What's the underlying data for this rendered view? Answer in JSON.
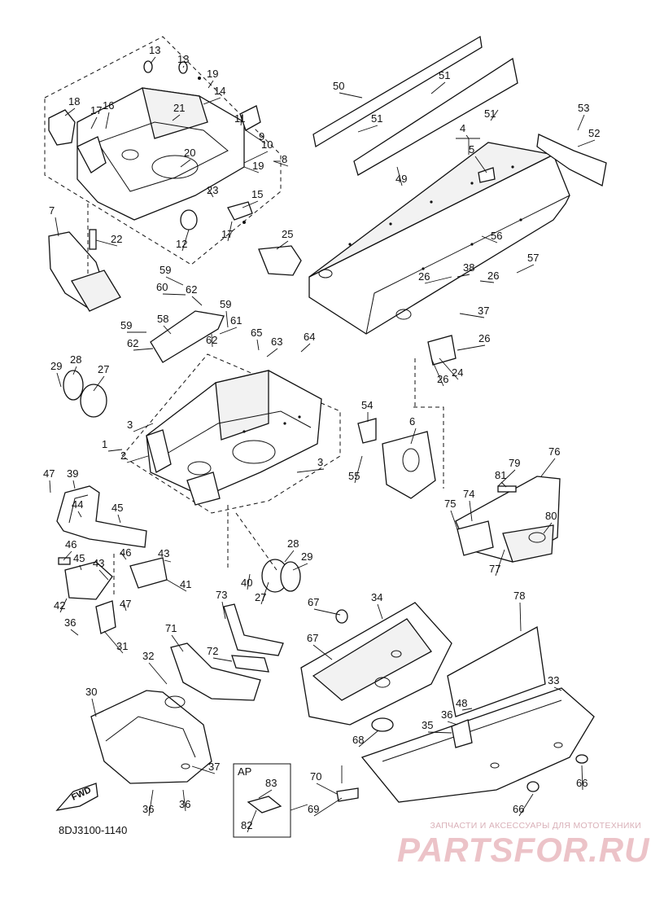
{
  "diagram": {
    "callouts": [
      "1",
      "2",
      "3",
      "3",
      "4",
      "5",
      "6",
      "7",
      "8",
      "9",
      "10",
      "11",
      "12",
      "13",
      "13",
      "14",
      "15",
      "16",
      "17",
      "17",
      "18",
      "19",
      "19",
      "20",
      "21",
      "22",
      "23",
      "24",
      "25",
      "26",
      "26",
      "26",
      "26",
      "27",
      "27",
      "28",
      "28",
      "29",
      "29",
      "30",
      "31",
      "32",
      "33",
      "34",
      "35",
      "36",
      "36",
      "36",
      "36",
      "37",
      "37",
      "38",
      "39",
      "40",
      "41",
      "42",
      "43",
      "43",
      "44",
      "45",
      "45",
      "46",
      "46",
      "47",
      "47",
      "48",
      "49",
      "50",
      "51",
      "51",
      "51",
      "52",
      "53",
      "54",
      "55",
      "56",
      "57",
      "58",
      "59",
      "59",
      "59",
      "60",
      "61",
      "62",
      "62",
      "62",
      "63",
      "64",
      "65",
      "66",
      "66",
      "67",
      "67",
      "68",
      "69",
      "70",
      "71",
      "72",
      "73",
      "74",
      "75",
      "76",
      "77",
      "78",
      "79",
      "80",
      "81",
      "82",
      "83"
    ],
    "ap_box_label": "AP",
    "fwd_label": "FWD",
    "diagram_code": "8DJ3100-1140"
  },
  "watermark": {
    "tagline": "ЗАПЧАСТИ И АКСЕССУАРЫ ДЛЯ МОТОТЕХНИКИ",
    "logo": "PARTSFOR.RU"
  },
  "colors": {
    "ink": "#111111",
    "paper": "#ffffff",
    "watermark": "#ecc3c8"
  }
}
